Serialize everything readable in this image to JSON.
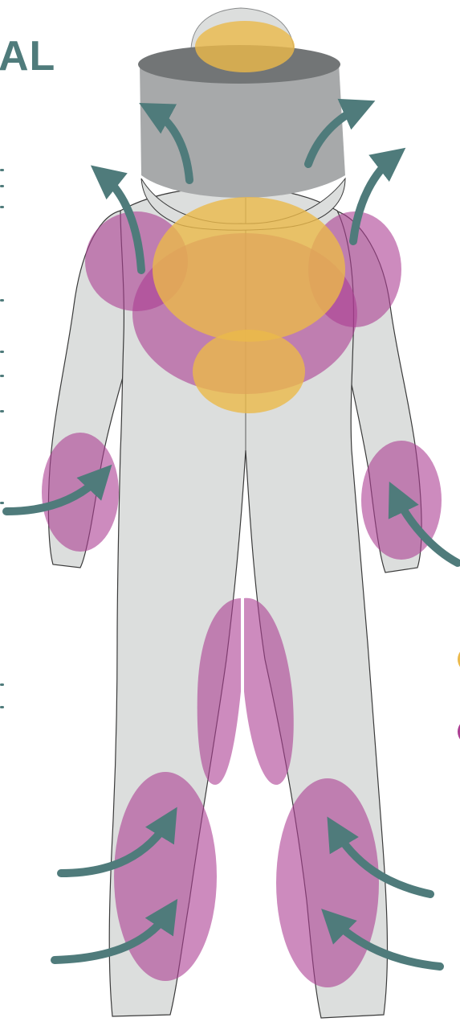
{
  "title_fragment": "AL",
  "colors": {
    "teal": "#4f7b7b",
    "suit_fill": "#dcdedd",
    "suit_stroke": "#3b3b3b",
    "hood_dark": "#727576",
    "hood_light": "#a7a9aa",
    "heat_yellow": "#ebb94a",
    "heat_magenta": "#ab3e92",
    "legend_yellow": "#ebb94a",
    "legend_magenta": "#ab3e92"
  },
  "icons": {
    "airflow_arrow": "curved-arrow-icon",
    "warm_zone": "warm-zone-ellipse",
    "moisture_zone": "moisture-zone-ellipse"
  }
}
